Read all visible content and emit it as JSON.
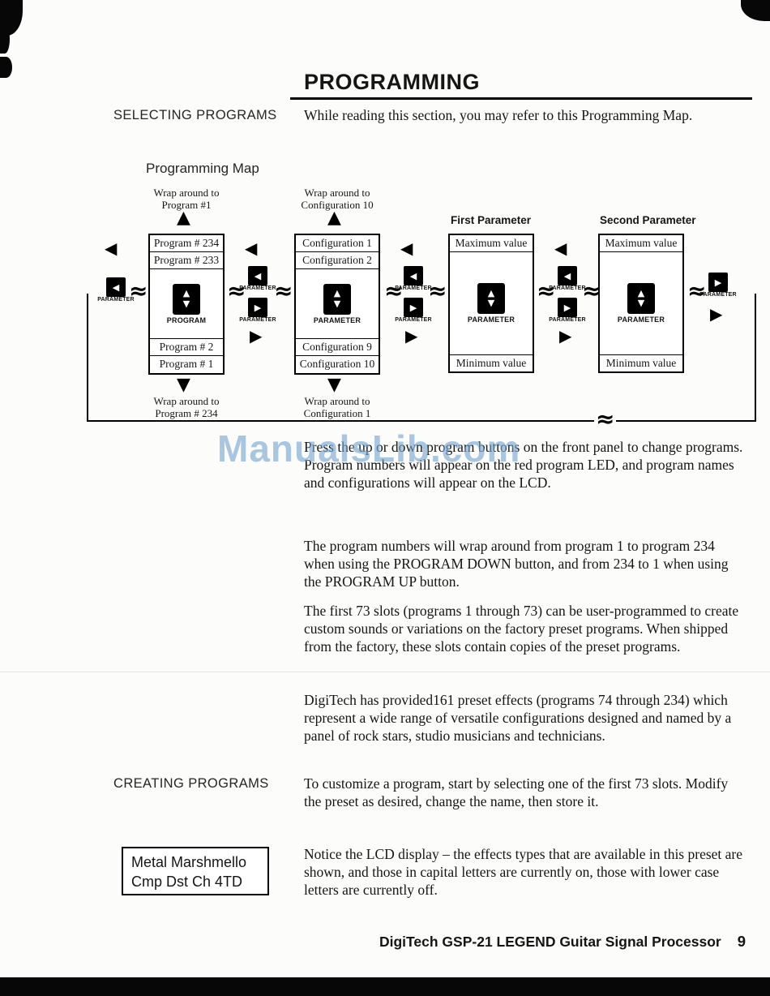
{
  "title": "PROGRAMMING",
  "watermark": "ManualsLib.com",
  "icons": {
    "up": "▲",
    "down": "▼",
    "left": "◀",
    "right": "▶",
    "approx": "≈"
  },
  "selecting": {
    "heading": "SELECTING PROGRAMS",
    "intro": "While reading this section, you may refer to this Programming Map.",
    "map_title": "Programming Map"
  },
  "diagram": {
    "side_button_label": "PARAMETER",
    "program": {
      "wrap_top_1": "Wrap around to",
      "wrap_top_2": "Program #1",
      "rows_top": [
        "Program # 234",
        "Program # 233"
      ],
      "button_label": "PROGRAM",
      "rows_bottom": [
        "Program # 2",
        "Program # 1"
      ],
      "wrap_bottom_1": "Wrap around to",
      "wrap_bottom_2": "Program # 234"
    },
    "configuration": {
      "wrap_top_1": "Wrap around to",
      "wrap_top_2": "Configuration 10",
      "rows_top": [
        "Configuration 1",
        "Configuration 2"
      ],
      "button_label": "PARAMETER",
      "rows_bottom": [
        "Configuration 9",
        "Configuration 10"
      ],
      "wrap_bottom_1": "Wrap around to",
      "wrap_bottom_2": "Configuration 1"
    },
    "first_parameter": {
      "header": "First Parameter",
      "max": "Maximum value",
      "button_label": "PARAMETER",
      "min": "Minimum value"
    },
    "second_parameter": {
      "header": "Second Parameter",
      "max": "Maximum value",
      "button_label": "PARAMETER",
      "min": "Minimum value"
    }
  },
  "body": {
    "p1": "Press the up or down program buttons on the front panel to change programs. Program numbers will appear on the red program LED, and program names and configurations will appear on the LCD.",
    "p2": "The program numbers will wrap around from program 1 to program 234 when using the PROGRAM DOWN button, and from 234 to 1 when using the PROGRAM UP button.",
    "p3": "The first 73 slots (programs 1 through 73) can be user-programmed to create custom sounds or variations on the factory preset programs. When shipped from the factory, these slots contain copies of the preset programs.",
    "p4": "DigiTech has provided161 preset effects (programs 74 through 234) which represent a wide range of versatile configurations designed and named by a panel of rock stars, studio musicians and technicians."
  },
  "creating": {
    "heading": "CREATING PROGRAMS",
    "p1": "To customize a program, start by selecting one of the first 73 slots. Modify the preset as desired, change the name, then store it.",
    "lcd_line1": "Metal Marshmello",
    "lcd_line2": "Cmp Dst Ch 4TD",
    "p2": "Notice the LCD display – the effects types that are available in this preset are shown, and those in capital letters are currently on, those with lower case letters are currently off."
  },
  "footer": {
    "text": "DigiTech GSP-21 LEGEND Guitar Signal Processor",
    "page": "9"
  }
}
